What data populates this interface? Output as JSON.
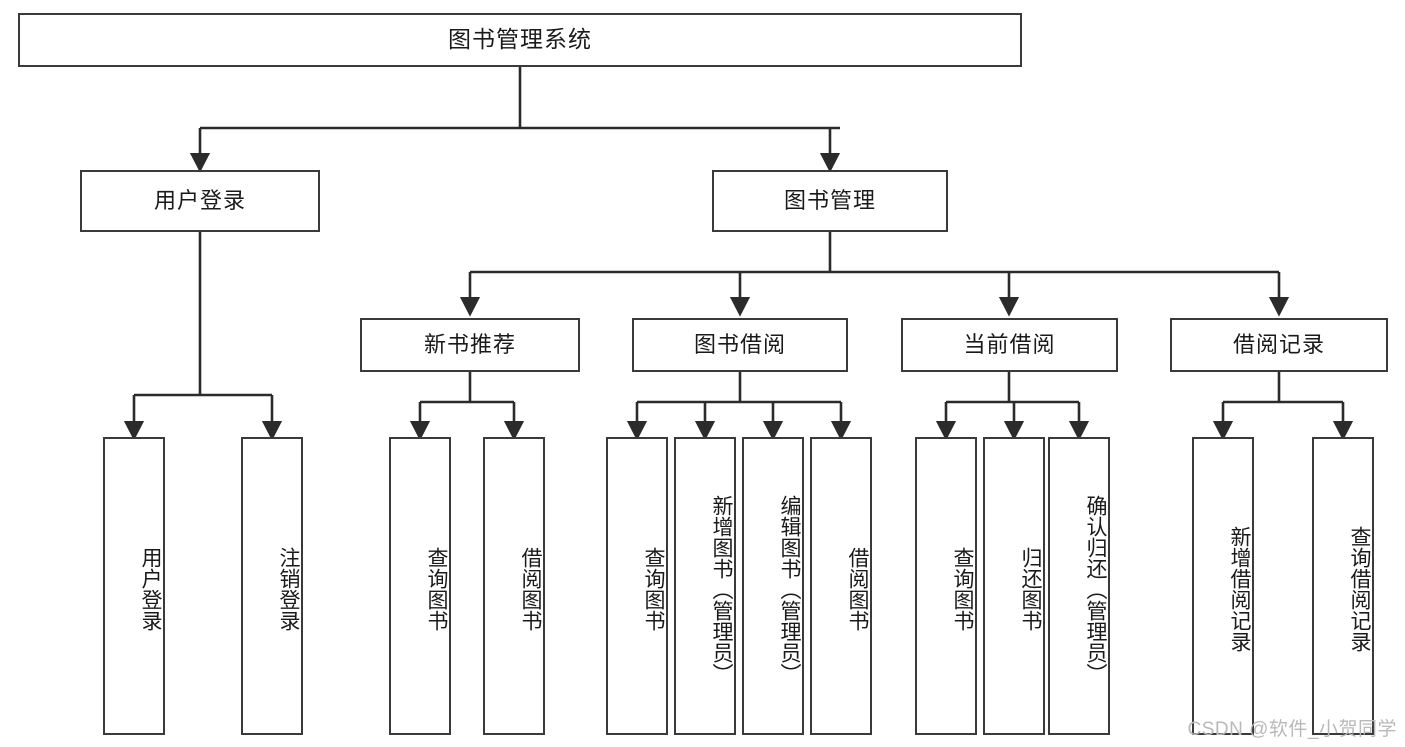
{
  "diagram": {
    "title": "图书管理系统",
    "watermark": "CSDN @软件_小贺同学",
    "colors": {
      "box_border": "#3a3a3a",
      "box_fill": "#ffffff",
      "edge": "#2b2b2b",
      "text": "#1a1a1a",
      "watermark": "#b9b9b9",
      "background": "#ffffff"
    },
    "root": {
      "label": "图书管理系统"
    },
    "level2": [
      {
        "label": "用户登录"
      },
      {
        "label": "图书管理"
      }
    ],
    "level3": [
      {
        "label": "新书推荐"
      },
      {
        "label": "图书借阅"
      },
      {
        "label": "当前借阅"
      },
      {
        "label": "借阅记录"
      }
    ],
    "leaves": {
      "user_login": [
        {
          "label": "用户登录"
        },
        {
          "label": "注销登录"
        }
      ],
      "new_book_recommend": [
        {
          "label": "查询图书"
        },
        {
          "label": "借阅图书"
        }
      ],
      "book_borrow": [
        {
          "label": "查询图书"
        },
        {
          "label": "新增图书（管理员）"
        },
        {
          "label": "编辑图书（管理员）"
        },
        {
          "label": "借阅图书"
        }
      ],
      "current_borrow": [
        {
          "label": "查询图书"
        },
        {
          "label": "归还图书"
        },
        {
          "label": "确认归还（管理员）"
        }
      ],
      "borrow_records": [
        {
          "label": "新增借阅记录"
        },
        {
          "label": "查询借阅记录"
        }
      ]
    }
  }
}
